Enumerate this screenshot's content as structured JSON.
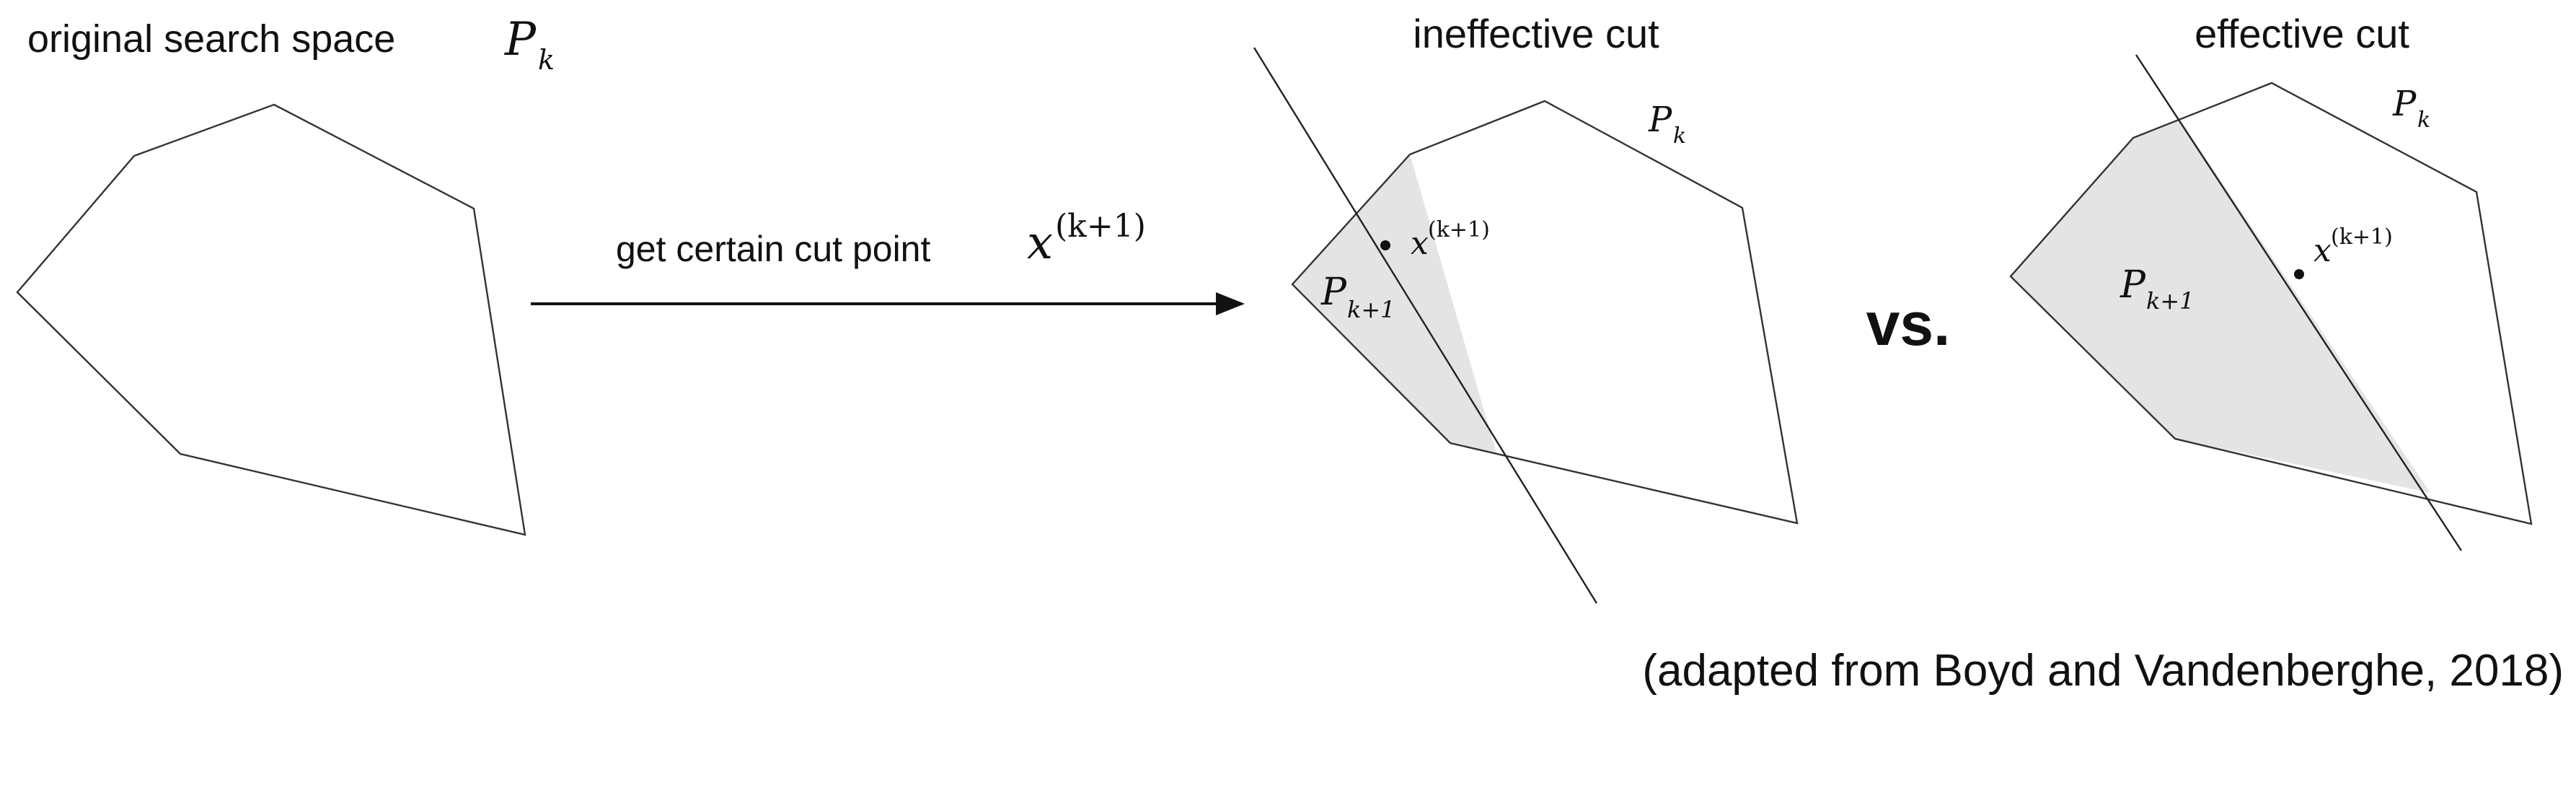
{
  "left_panel": {
    "title_text": "original search space",
    "title_symbol": "P",
    "title_symbol_sub": "k"
  },
  "arrow": {
    "label_text": "get certain cut point",
    "point_symbol": "x",
    "point_superscript": "(k+1)"
  },
  "middle_panel": {
    "title": "ineffective cut",
    "polytope_label": "P",
    "polytope_label_sub": "k",
    "subset_label": "P",
    "subset_label_sub": "k+1",
    "point_label": "x",
    "point_label_sup": "(k+1)"
  },
  "versus_label": "vs.",
  "right_panel": {
    "title": "effective cut",
    "polytope_label": "P",
    "polytope_label_sub": "k",
    "subset_label": "P",
    "subset_label_sub": "k+1",
    "point_label": "x",
    "point_label_sup": "(k+1)"
  },
  "citation": "(adapted from Boyd and Vandenberghe, 2018)",
  "colors": {
    "shaded_region": "#e4e4e4",
    "outline": "#333333",
    "text": "#111111"
  }
}
